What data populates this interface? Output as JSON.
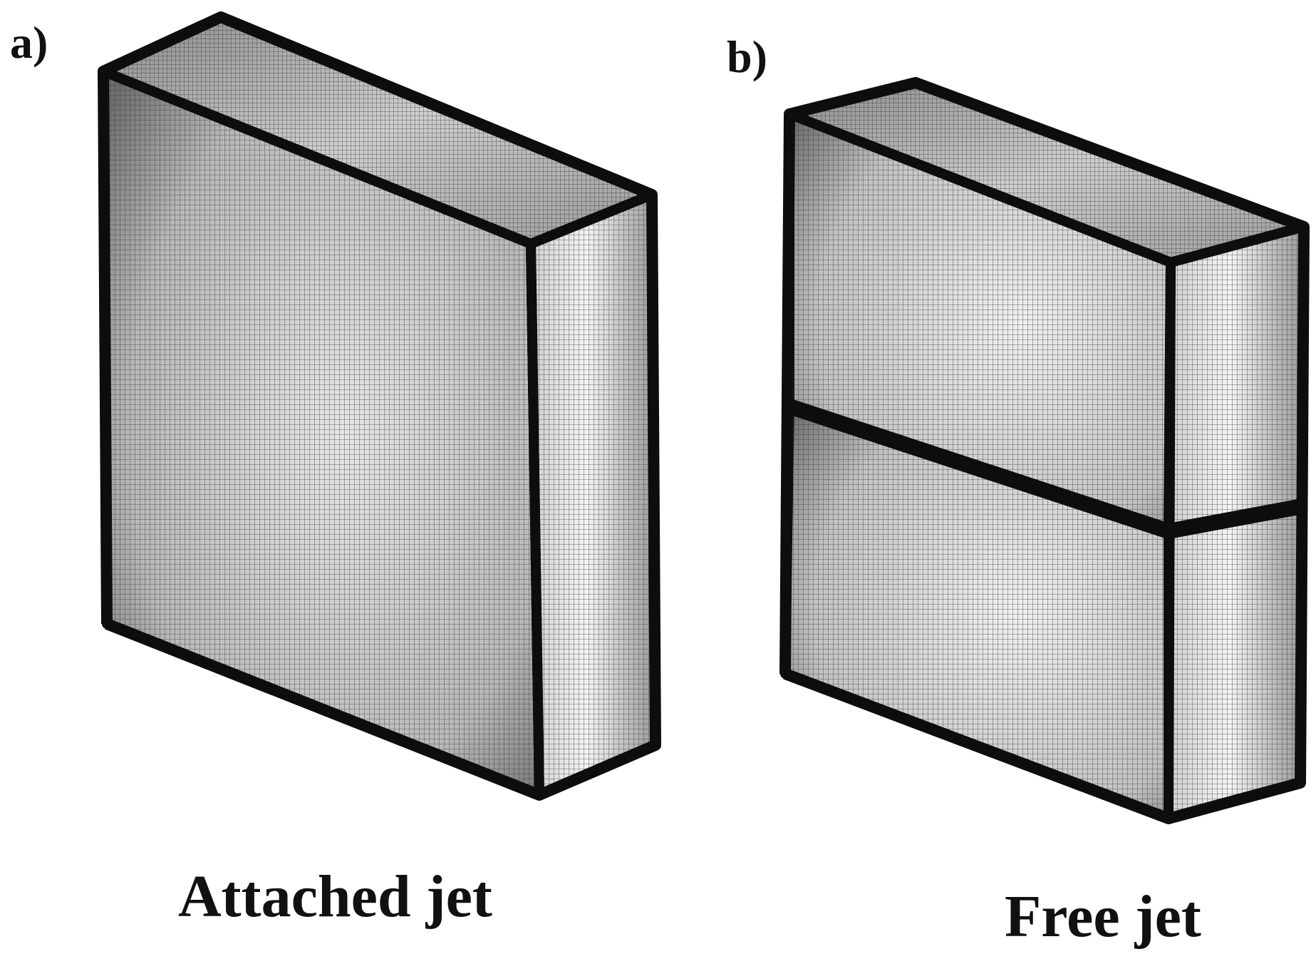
{
  "panels": [
    {
      "label": "a)",
      "caption": "Attached jet"
    },
    {
      "label": "b)",
      "caption": "Free jet"
    }
  ],
  "colors": {
    "edge": "#0d0d0d",
    "mesh_line": "#3a3a3a",
    "face_light": "#f2f2f2",
    "face_dark": "#5a5a5a"
  }
}
